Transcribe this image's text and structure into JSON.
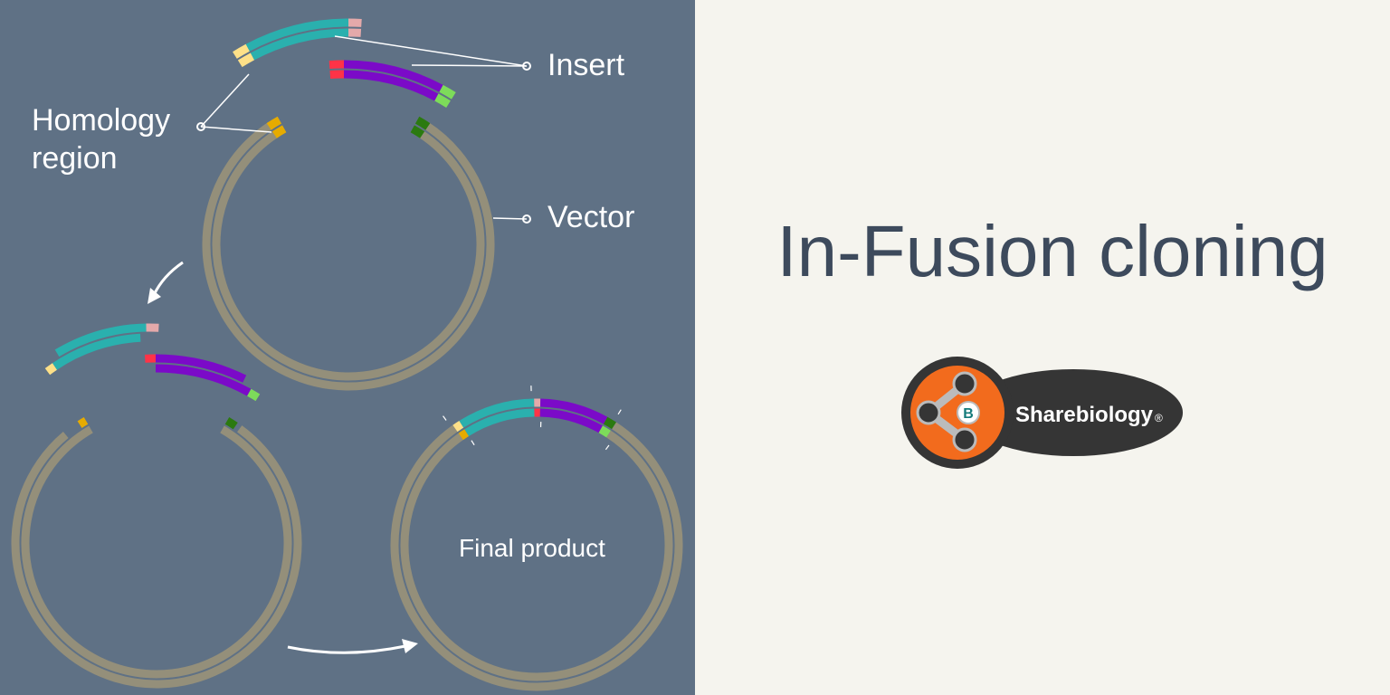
{
  "labels": {
    "insert": "Insert",
    "homology_line1": "Homology",
    "homology_line2": "region",
    "vector": "Vector",
    "final_product": "Final product"
  },
  "title": "In-Fusion cloning",
  "logo": {
    "text": "Sharebiology",
    "mark": "®",
    "badge_letter": "B"
  },
  "colors": {
    "background_left": "#5f7185",
    "background_right": "#f5f4ee",
    "vector": "#948f7a",
    "insert_fragment_1": "#2ab0ae",
    "insert_fragment_2": "#7b0ac8",
    "homology_yellow": "#fde088",
    "homology_pink": "#e4a9aa",
    "homology_red": "#ff3347",
    "homology_lightgreen": "#7ddc5a",
    "vector_end_gold": "#e6ab00",
    "vector_end_darkgreen": "#2b7a10",
    "title": "#3d4a5c",
    "logo_orange": "#f26b1d",
    "logo_dark": "#353535"
  }
}
